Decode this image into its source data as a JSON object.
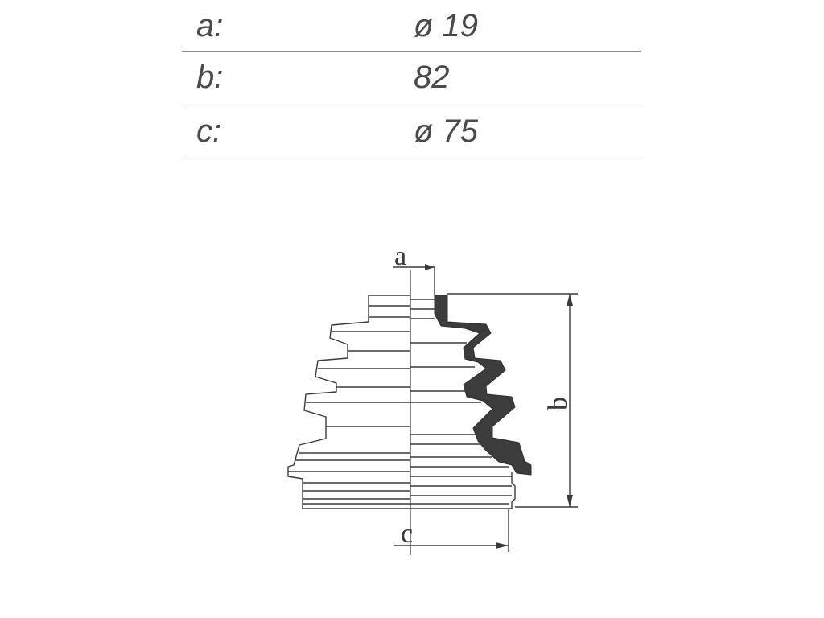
{
  "dimensions": [
    {
      "label": "a:",
      "value": "ø 19"
    },
    {
      "label": "b:",
      "value": "82"
    },
    {
      "label": "c:",
      "value": "ø  75"
    }
  ],
  "drawing": {
    "label_a": "a",
    "label_b": "b",
    "label_c": "c"
  },
  "colors": {
    "line": "#3a3a3a",
    "rubber_fill": "#3c3c3c",
    "rule": "#8a8a8a"
  }
}
